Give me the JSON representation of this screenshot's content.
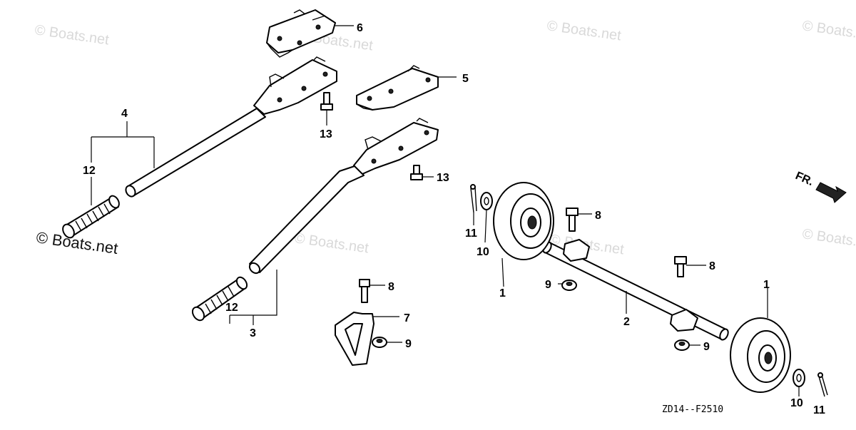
{
  "diagram": {
    "drawing_code": "ZD14--F2510",
    "direction_label": "FR.",
    "watermarks": [
      "© Boats.net",
      "© Boats.net",
      "© Boats.net",
      "© Boats.net",
      "© Boats.net",
      "© Boats.net",
      "© Boats.net",
      "© Boats.net"
    ],
    "callouts": {
      "c1a": "1",
      "c1b": "1",
      "c2": "2",
      "c3": "3",
      "c4": "4",
      "c5": "5",
      "c6": "6",
      "c7": "7",
      "c8a": "8",
      "c8b": "8",
      "c8c": "8",
      "c9a": "9",
      "c9b": "9",
      "c9c": "9",
      "c10a": "10",
      "c10b": "10",
      "c11a": "11",
      "c11b": "11",
      "c12a": "12",
      "c12b": "12",
      "c13a": "13",
      "c13b": "13"
    }
  }
}
